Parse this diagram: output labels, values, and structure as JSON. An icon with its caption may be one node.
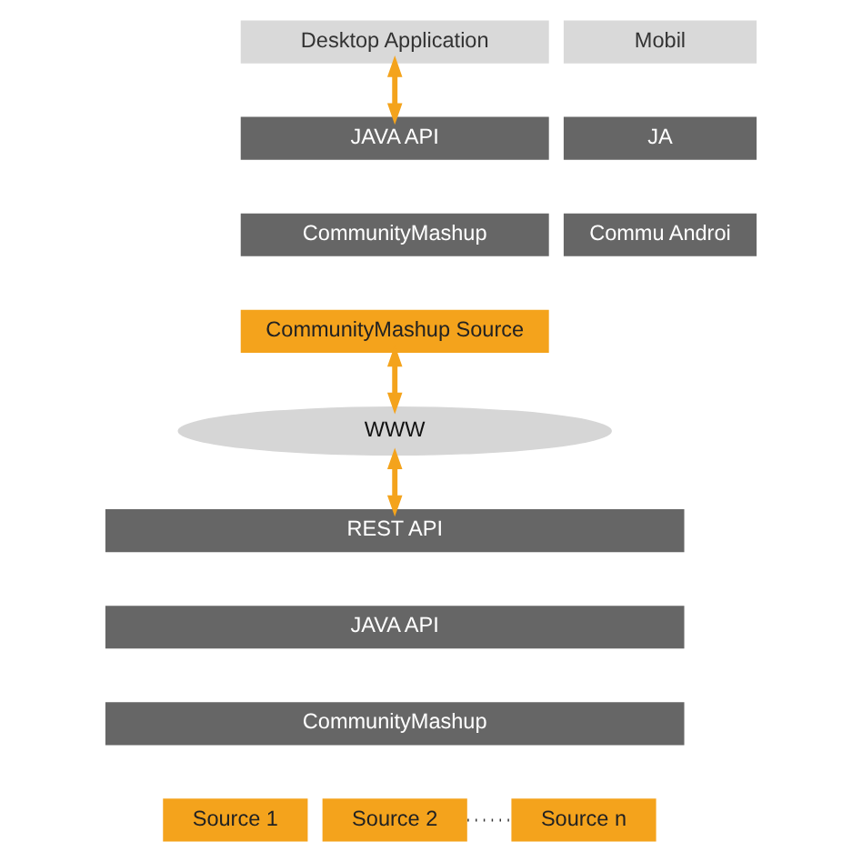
{
  "diagram": {
    "nodes": [
      {
        "text": [
          "Desktop Application"
        ]
      },
      {
        "text": [
          "Mobil"
        ]
      },
      {
        "text": [
          "JAVA API"
        ]
      },
      {
        "text": [
          "JA"
        ]
      },
      {
        "text": [
          "CommunityMashup"
        ]
      },
      {
        "text": [
          "Commu Androi"
        ]
      },
      {
        "text": [
          "CommunityMashup Source"
        ]
      },
      {
        "text": [
          "WWW"
        ]
      },
      {
        "text": [
          "REST API"
        ]
      },
      {
        "text": [
          "JAVA API"
        ]
      },
      {
        "text": [
          "CommunityMashup"
        ]
      },
      {
        "text": [
          "Source 1"
        ]
      },
      {
        "text": [
          "Source 2"
        ]
      },
      {
        "text": [
          "Source n"
        ]
      }
    ],
    "edges": [
      {
        "from": 0,
        "to": 2,
        "arrow": "both"
      },
      {
        "from": 6,
        "to": 7,
        "arrow": "both"
      },
      {
        "from": 7,
        "to": 8,
        "arrow": "both"
      },
      {
        "from": 12,
        "to": 13,
        "arrow": "none",
        "style": "dashed",
        "color": "#333333"
      }
    ]
  }
}
